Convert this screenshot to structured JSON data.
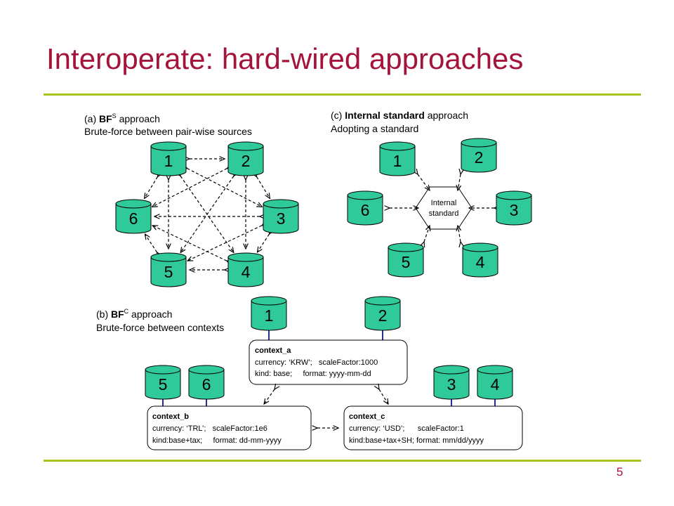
{
  "slide": {
    "title": "Interoperate: hard-wired approaches",
    "page_number": "5"
  },
  "colors": {
    "title": "#a3133a",
    "rule": "#a6c41c",
    "node_fill": "#2fc99a",
    "link": "#2b2b9a"
  },
  "panel_a": {
    "caption_prefix": "(a) ",
    "caption_bold": "BF",
    "caption_sup": "S",
    "caption_rest": " approach",
    "subtitle": "Brute-force between pair-wise sources",
    "nodes": [
      "1",
      "2",
      "3",
      "4",
      "5",
      "6"
    ]
  },
  "panel_c": {
    "caption_prefix": "(c) ",
    "caption_bold": "Internal standard",
    "caption_rest": " approach",
    "subtitle": "Adopting a standard",
    "hub_line1": "Internal",
    "hub_line2": "standard",
    "nodes": [
      "1",
      "2",
      "3",
      "4",
      "5",
      "6"
    ]
  },
  "panel_b": {
    "caption_prefix": "(b) ",
    "caption_bold": "BF",
    "caption_sup": "C",
    "caption_rest": " approach",
    "subtitle": "Brute-force between contexts",
    "nodes": [
      "1",
      "2",
      "5",
      "6",
      "3",
      "4"
    ],
    "context_a": {
      "name": "context_a",
      "line1": "currency: ‘KRW’;   scaleFactor:1000",
      "line2": "kind: base;     format: yyyy-mm-dd"
    },
    "context_b": {
      "name": "context_b",
      "line1": "currency: ‘TRL’;   scaleFactor:1e6",
      "line2": "kind:base+tax;     format: dd-mm-yyyy"
    },
    "context_c": {
      "name": "context_c",
      "line1": "currency: ‘USD’;      scaleFactor:1",
      "line2": "kind:base+tax+SH; format: mm/dd/yyyy"
    }
  }
}
